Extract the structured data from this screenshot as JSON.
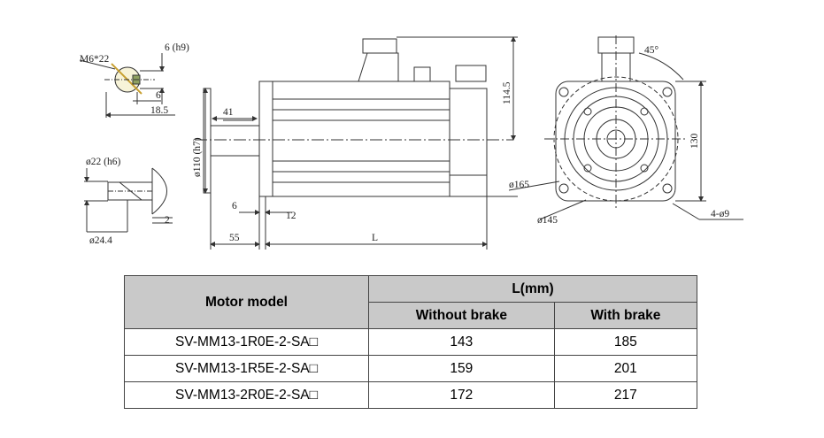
{
  "diagram": {
    "labels": {
      "thread": "M6*22",
      "key_width": "6 (h9)",
      "key_depth": "6",
      "key_offset": "18.5",
      "shaft_diameter": "ø22 (h6)",
      "shaft_collar": "ø24.4",
      "shaft_step": "2",
      "spigot": "ø110 (h7)",
      "key_length": "41",
      "flange_thickness": "6",
      "spigot_length": "12",
      "shaft_length": "55",
      "body_length": "L",
      "height": "114.5",
      "angle": "45°",
      "flange_square": "130",
      "bolt_circle": "ø165",
      "pilot_circle": "ø145",
      "mount_holes": "4-ø9"
    }
  },
  "table": {
    "header_model": "Motor model",
    "header_length": "L(mm)",
    "header_without_brake": "Without brake",
    "header_with_brake": "With brake",
    "rows": [
      {
        "model": "SV-MM13-1R0E-2-SA□",
        "without_brake": "143",
        "with_brake": "185"
      },
      {
        "model": "SV-MM13-1R5E-2-SA□",
        "without_brake": "159",
        "with_brake": "201"
      },
      {
        "model": "SV-MM13-2R0E-2-SA□",
        "without_brake": "172",
        "with_brake": "217"
      }
    ]
  }
}
